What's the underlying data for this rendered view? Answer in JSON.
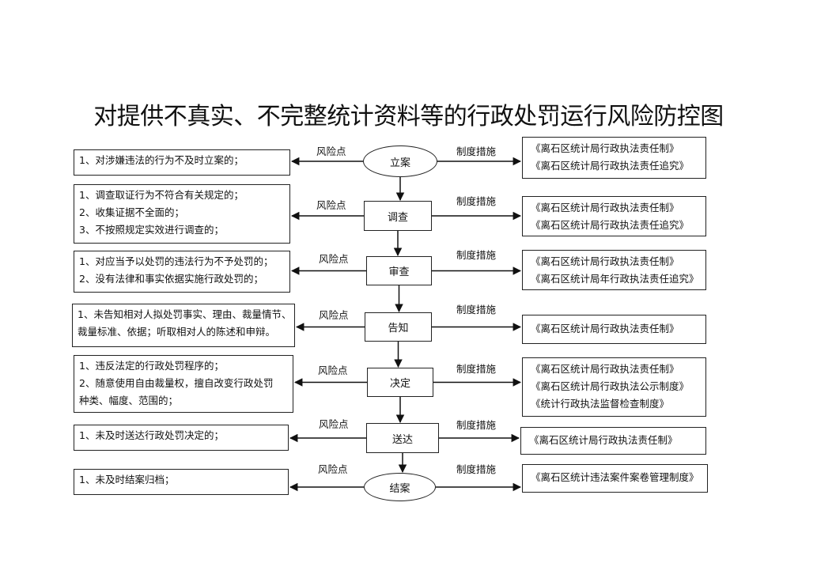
{
  "title": "对提供不真实、不完整统计资料等的行政处罚运行风险防控图",
  "risk_label": "风险点",
  "measure_label": "制度措施",
  "steps": [
    {
      "name": "立案",
      "risks": [
        "1、对涉嫌违法的行为不及时立案的；"
      ],
      "measures": [
        "《离石区统计局行政执法责任制》",
        "《离石区统计局行政执法责任追究》"
      ]
    },
    {
      "name": "调查",
      "risks": [
        "1、调查取证行为不符合有关规定的；",
        "2、收集证据不全面的；",
        "3、不按照规定实效进行调查的；"
      ],
      "measures": [
        "《离石区统计局行政执法责任制》",
        "《离石区统计局行政执法责任追究》"
      ]
    },
    {
      "name": "审查",
      "risks": [
        "1、对应当予以处罚的违法行为不予处罚的；",
        "2、没有法律和事实依据实施行政处罚的；"
      ],
      "measures": [
        "《离石区统计局行政执法责任制》",
        "《离石区统计局年行政执法责任追究》"
      ]
    },
    {
      "name": "告知",
      "risks": [
        "1、未告知相对人拟处罚事实、理由、裁量情节、",
        "裁量标准、依据；听取相对人的陈述和申辩。"
      ],
      "measures": [
        "《离石区统计局行政执法责任制》"
      ]
    },
    {
      "name": "决定",
      "risks": [
        "1、违反法定的行政处罚程序的；",
        "2、随意使用自由裁量权，擅自改变行政处罚",
        "种类、幅度、范围的；"
      ],
      "measures": [
        "《离石区统计局行政执法责任制》",
        "《离石区统计局行政执法公示制度》",
        "《统计行政执法监督检查制度》"
      ]
    },
    {
      "name": "送达",
      "risks": [
        "1、未及时送达行政处罚决定的；"
      ],
      "measures": [
        "《离石区统计局行政执法责任制》"
      ]
    },
    {
      "name": "结案",
      "risks": [
        "1、未及时结案归档；"
      ],
      "measures": [
        "《离石区统计违法案件案卷管理制度》"
      ]
    }
  ]
}
